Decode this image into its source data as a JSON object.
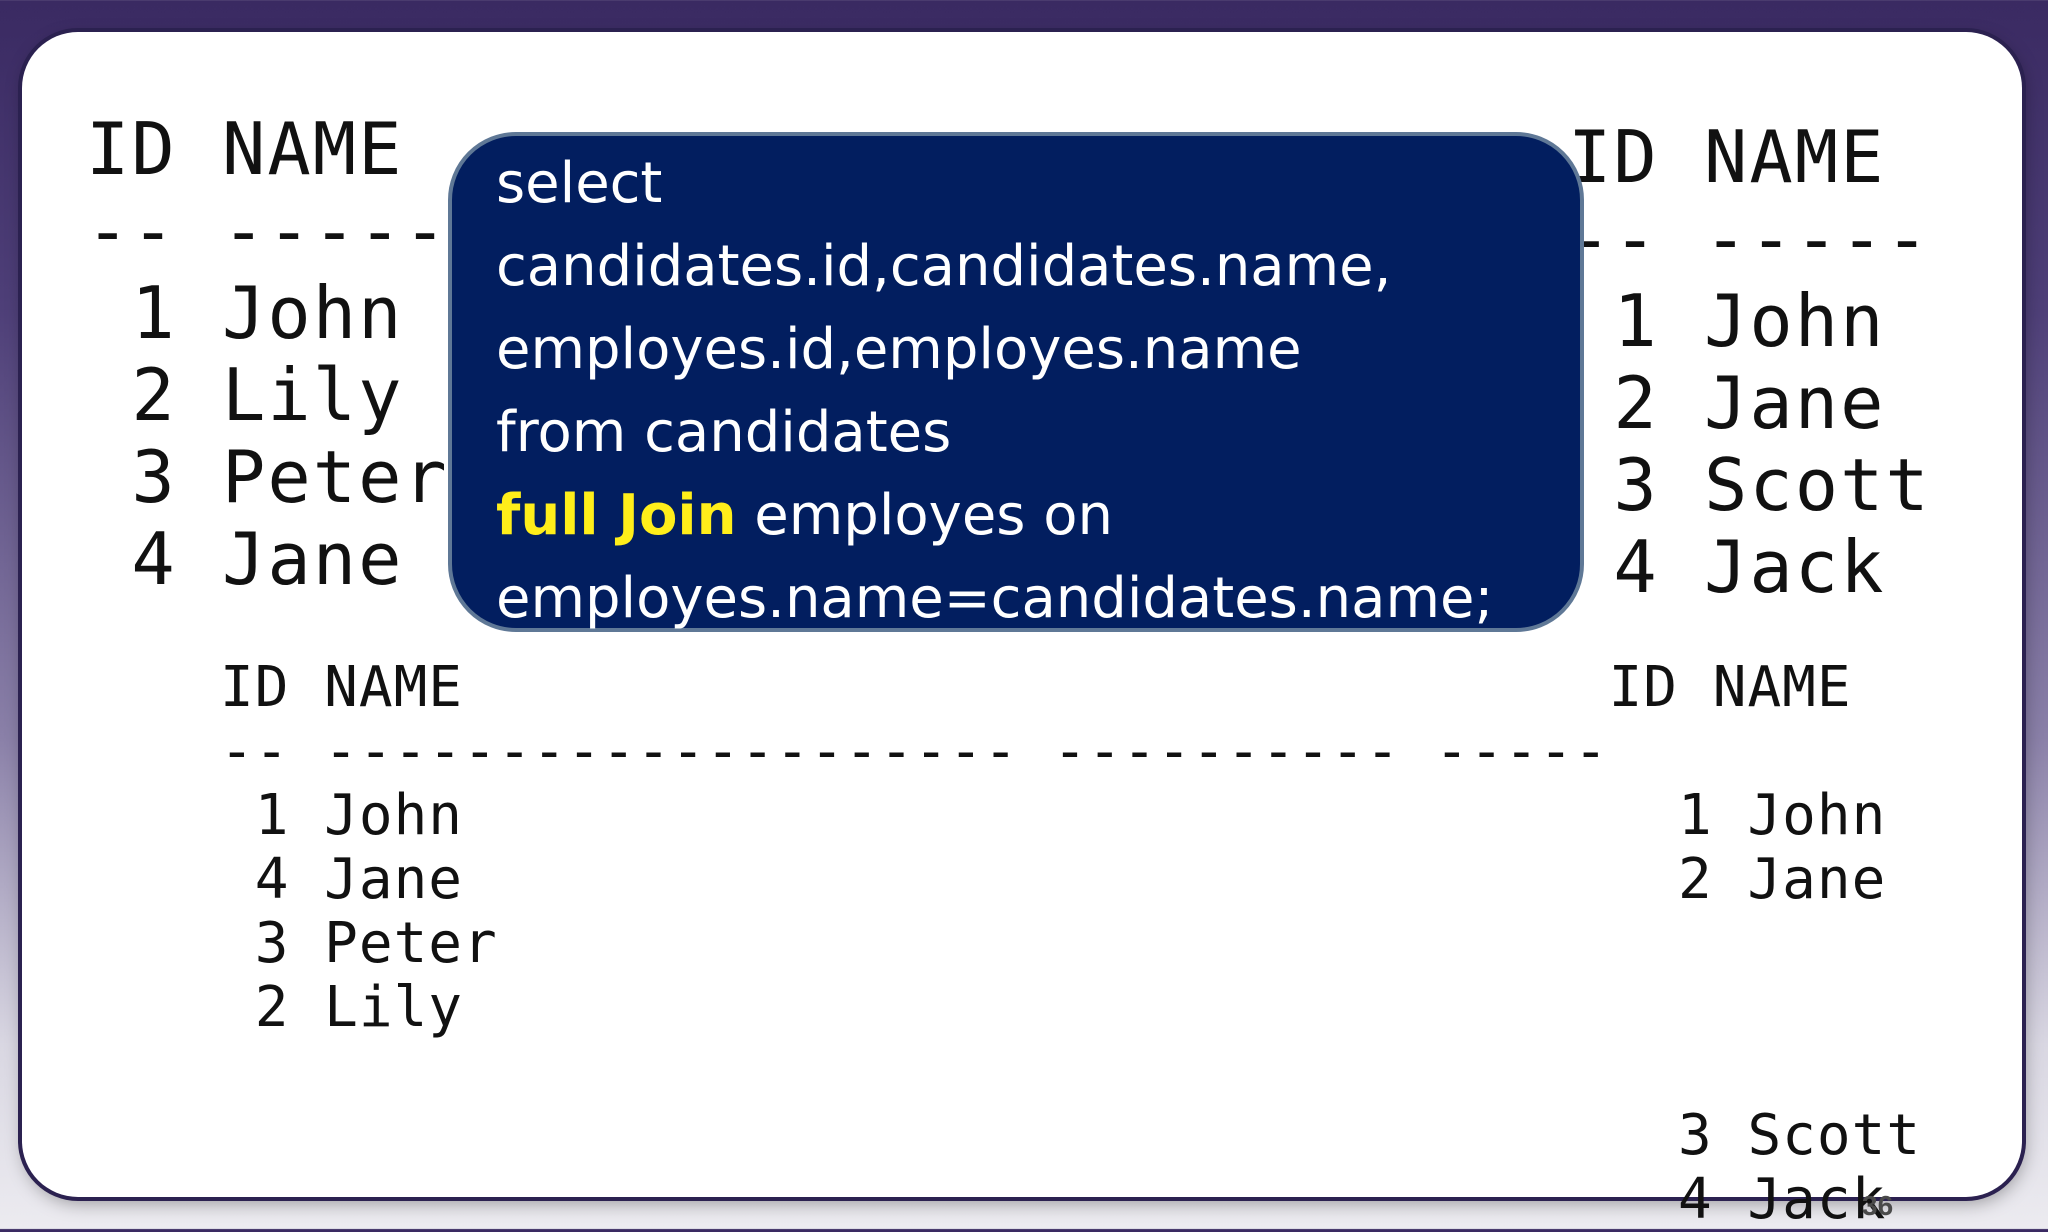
{
  "left_table": {
    "header": "ID NAME",
    "separator": "-- -----",
    "rows": [
      " 1 John",
      " 2 Lily",
      " 3 Peter",
      " 4 Jane"
    ]
  },
  "right_table": {
    "header": "ID NAME",
    "separator": "-- -----",
    "rows": [
      " 1 John",
      " 2 Jane",
      " 3 Scott",
      " 4 Jack"
    ]
  },
  "query": {
    "line1": "select",
    "line2": "candidates.id,candidates.name,",
    "line3": "employes.id,employes.name",
    "line4": "from candidates",
    "keyword": "full Join",
    "line5_rest": " employes on",
    "line6": "employes.name=candidates.name;"
  },
  "result": {
    "header": "ID NAME                                 ID NAME",
    "separator": "-- -------------------- ---------- -----",
    "rows": [
      " 1 John                                   1 John",
      " 4 Jane                                   2 Jane",
      " 3 Peter",
      " 2 Lily",
      "",
      "                                          3 Scott",
      "                                          4 Jack"
    ]
  },
  "slide_number": "36"
}
